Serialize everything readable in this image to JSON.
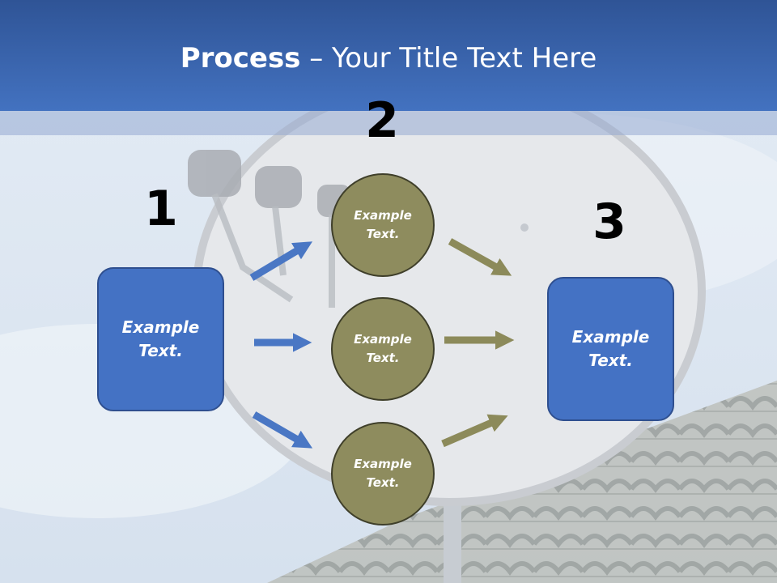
{
  "slide": {
    "title_bold": "Process",
    "title_rest": " – Your Title Text Here"
  },
  "steps": {
    "one": {
      "number": "1",
      "box_label": "Example\nText."
    },
    "two": {
      "number": "2",
      "circles": [
        "Example\nText.",
        "Example\nText.",
        "Example\nText."
      ]
    },
    "three": {
      "number": "3",
      "box_label": "Example\nText."
    }
  },
  "colors": {
    "header": "#4372c0",
    "box_fill": "#4472c4",
    "circle_fill": "#8e8c5e",
    "blue_arrow": "#4a77c4",
    "olive_arrow": "#8c8a5a"
  }
}
